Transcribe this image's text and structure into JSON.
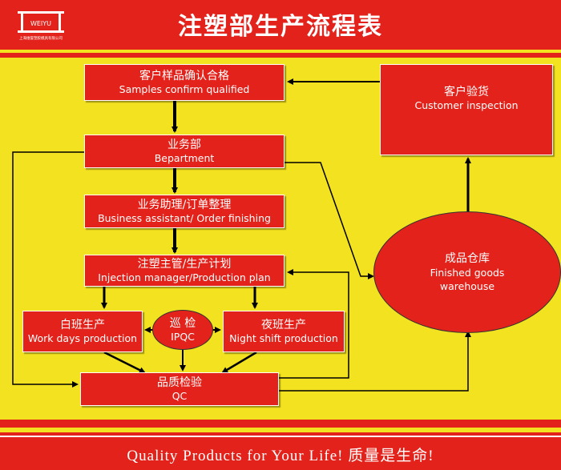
{
  "header": {
    "title": "注塑部生产流程表",
    "logo_text": "WEIYU",
    "logo_subtext": "上海维誉塑胶模具有限公司"
  },
  "nodes": {
    "samples": {
      "zh": "客户样品确认合格",
      "en": "Samples confirm qualified"
    },
    "department": {
      "zh": "业务部",
      "en": "Bepartment"
    },
    "assistant": {
      "zh": "业务助理/订单整理",
      "en": "Business assistant/ Order finishing"
    },
    "injection": {
      "zh": "注塑主管/生产计划",
      "en": "Injection manager/Production plan"
    },
    "day_shift": {
      "zh": "白班生产",
      "en": "Work days production"
    },
    "ipqc": {
      "zh": "巡 检",
      "en": "IPQC"
    },
    "night_shift": {
      "zh": "夜班生产",
      "en": "Night shift production"
    },
    "qc": {
      "zh": "品质检验",
      "en": "QC"
    },
    "warehouse": {
      "zh": "成品仓库",
      "en": "Finished goods warehouse"
    },
    "customer": {
      "zh": "客户验货",
      "en": "Customer inspection"
    }
  },
  "footer": {
    "slogan": "Quality Products for Your Life!  质量是生命!"
  },
  "colors": {
    "background": "#f2e21f",
    "accent": "#e3231b",
    "text": "#ffffff"
  }
}
